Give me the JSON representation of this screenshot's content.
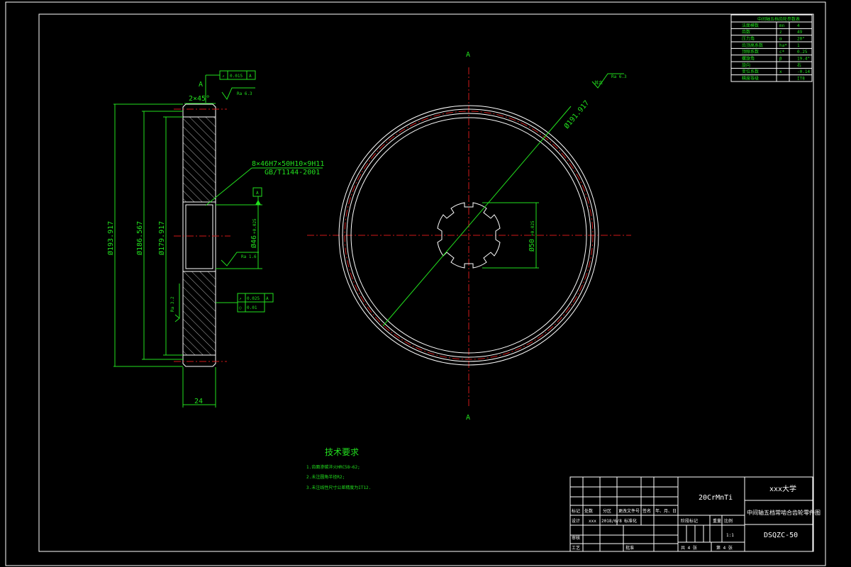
{
  "section_marks": {
    "top": "A",
    "bottom": "A"
  },
  "surface_finish": {
    "top": "Ra 6.3",
    "bore": "Ra 1.6",
    "side": "Ra 3.2",
    "other": "其余",
    "other_value": "Ra 6.3"
  },
  "chamfer": "2×45°",
  "tolerance_frames": {
    "runout_1": {
      "symbol": "↗",
      "value": "0.015",
      "datum": "A"
    },
    "runout_2": {
      "symbol": "↗",
      "value": "0.025",
      "datum": "A"
    },
    "cylindricity": {
      "symbol": "○",
      "value": "0.01"
    }
  },
  "datum_label": "A",
  "spline_note": {
    "line1": "8×46H7×50H10×9H11",
    "line2": "GB/T1144-2001"
  },
  "dimensions": {
    "d_tip": "Ø193.917",
    "d_pitch": "Ø186.567",
    "d_root": "Ø179.917",
    "d_bore": "Ø46",
    "d_bore_tol": "+0.025",
    "width": "24",
    "d_spline_major": "Ø50",
    "d_spline_tol": "+0.025",
    "d_face": "Ø191.917"
  },
  "param_table": {
    "title": "中间轴五档齿轮参数表",
    "rows": [
      {
        "name": "法面模数",
        "symbol": "mn",
        "value": "4"
      },
      {
        "name": "齿数",
        "symbol": "z",
        "value": "49"
      },
      {
        "name": "压力角",
        "symbol": "α",
        "value": "20°"
      },
      {
        "name": "齿顶高系数",
        "symbol": "ha*",
        "value": "1"
      },
      {
        "name": "顶隙系数",
        "symbol": "c*",
        "value": "0.25"
      },
      {
        "name": "螺旋角",
        "symbol": "β",
        "value": "19.4°"
      },
      {
        "name": "旋向",
        "symbol": "",
        "value": "右"
      },
      {
        "name": "变位系数",
        "symbol": "x",
        "value": "-0.14"
      },
      {
        "name": "精度等级",
        "symbol": "",
        "value": "IT8"
      }
    ]
  },
  "tech_requirements": {
    "title": "技术要求",
    "items": [
      "1.齿面渗碳淬火HRC58~62;",
      "2.未注圆角半径R2;",
      "3.未注线性尺寸公差精度为IT12."
    ]
  },
  "title_block": {
    "material": "20CrMnTi",
    "school": "xxx大学",
    "part_name": "中间轴五档常啮合齿轮零件图",
    "drawing_no": "DSQZC-50",
    "row_headers": [
      "标记",
      "处数",
      "分区",
      "更改文件号",
      "签名",
      "年、月、日"
    ],
    "design_label": "设计",
    "designer": "xxx",
    "date": "2018/6/8",
    "std_label": "标准化",
    "review_label": "审核",
    "process_label": "工艺",
    "approve_label": "批准",
    "stage_label": "阶段标记",
    "weight_label": "重量",
    "scale_label": "比例",
    "scale": "1:1",
    "sheets_total": "共 4 张",
    "sheet_no": "第 4 张"
  }
}
